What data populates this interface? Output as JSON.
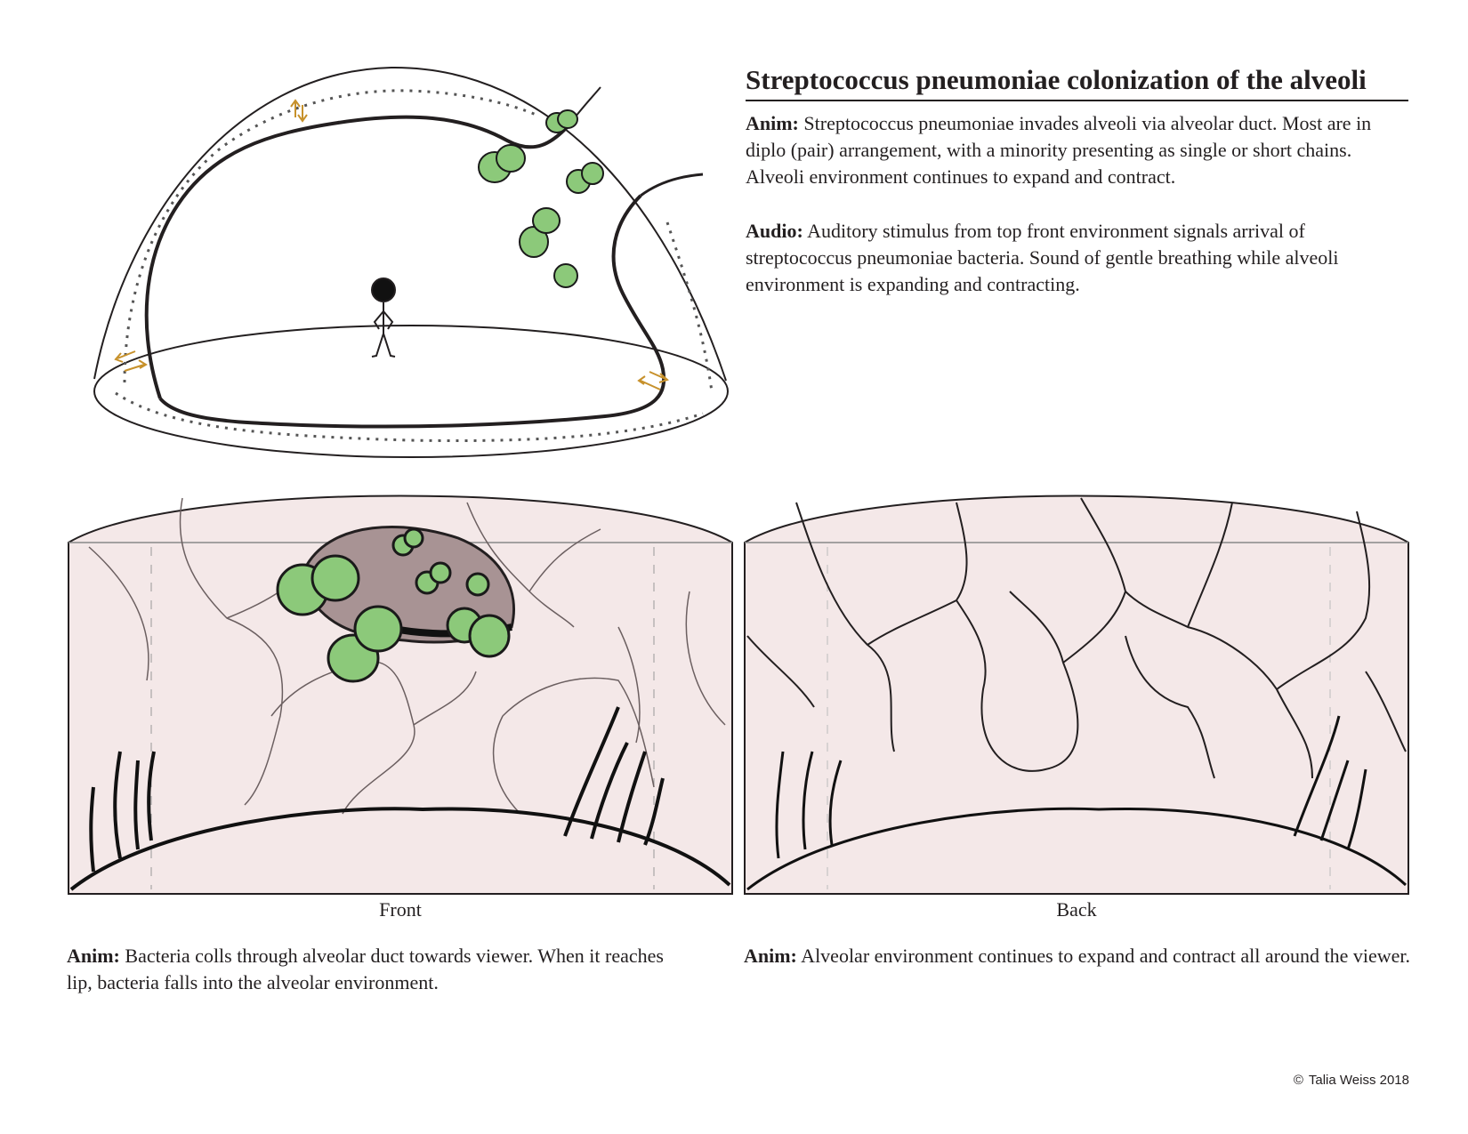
{
  "title": "Streptococcus pneumoniae colonization of the alveoli",
  "top_description": {
    "anim_label": "Anim:",
    "anim_text": " Streptococcus pneumoniae invades alveoli via alveolar duct. Most are in diplo (pair) arrangement, with a minority presenting as single or short chains. Alveoli environment continues to expand and contract.",
    "audio_label": "Audio:",
    "audio_text": " Auditory stimulus from top front environment signals arrival of streptococcus pneumoniae bacteria. Sound of gentle breathing while alveoli environment is expanding and contracting."
  },
  "front_panel": {
    "caption": "Front",
    "anim_label": "Anim:",
    "anim_text": " Bacteria colls through alveolar duct towards viewer. When it reaches lip, bacteria falls into the alveolar environment."
  },
  "back_panel": {
    "caption": "Back",
    "anim_label": "Anim:",
    "anim_text": " Alveolar environment continues to expand and contract all around the viewer."
  },
  "copyright": {
    "symbol": "©",
    "text": "Talia Weiss 2018"
  },
  "colors": {
    "bacteria_fill": "#8cc97a",
    "bacteria_stroke": "#1a1a1a",
    "arrow": "#c7912b",
    "panel_bg": "#f4e8e8",
    "duct_fill": "#a89394",
    "line": "#231f20"
  }
}
